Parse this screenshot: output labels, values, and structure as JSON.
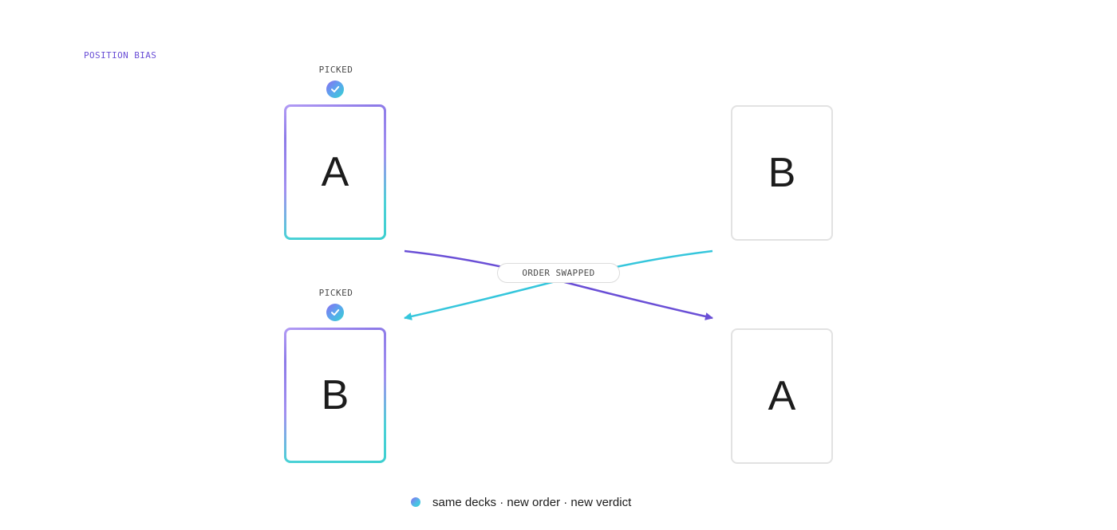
{
  "section_label": "POSITION BIAS",
  "rows": [
    {
      "left_card": {
        "letter": "A",
        "picked": true,
        "picked_label": "PICKED"
      },
      "right_card": {
        "letter": "B",
        "picked": false
      }
    },
    {
      "left_card": {
        "letter": "B",
        "picked": true,
        "picked_label": "PICKED"
      },
      "right_card": {
        "letter": "A",
        "picked": false
      }
    }
  ],
  "swap_label": "ORDER SWAPPED",
  "legend_text": "same decks · new order · new verdict",
  "icons": {
    "picked": "check-circle-icon",
    "legend": "gradient-dot-icon"
  },
  "colors": {
    "accent_purple": "#6a4fd6",
    "accent_cyan": "#35c6dc",
    "card_border": "#e2e2e2",
    "text": "#1c1c1c"
  }
}
